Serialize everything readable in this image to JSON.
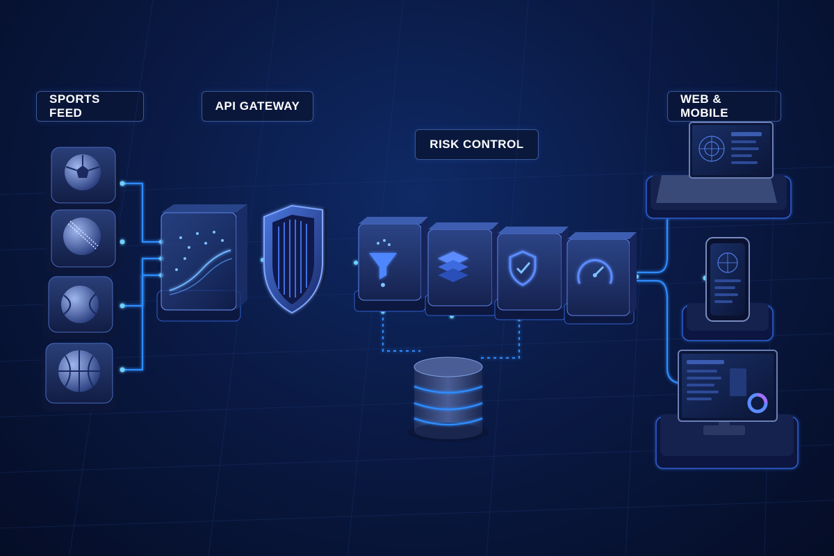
{
  "labels": {
    "sports_feed": "SPORTS FEED",
    "api_gateway": "API GATEWAY",
    "risk_control": "RISK CONTROL",
    "web_mobile": "WEB & MOBILE"
  },
  "sports": [
    "soccer-ball",
    "cricket-ball",
    "tennis-ball",
    "basketball"
  ],
  "risk_steps": [
    "funnel-icon",
    "layers-icon",
    "shield-check-icon",
    "gauge-icon"
  ],
  "clients": [
    "laptop",
    "phone",
    "desktop-monitor"
  ],
  "colors": {
    "background": "#0a1a45",
    "accent": "#2f8cff",
    "glow": "#6fd0ff",
    "panel": "#1b2c5c",
    "label_border": "#3a5a9a"
  }
}
